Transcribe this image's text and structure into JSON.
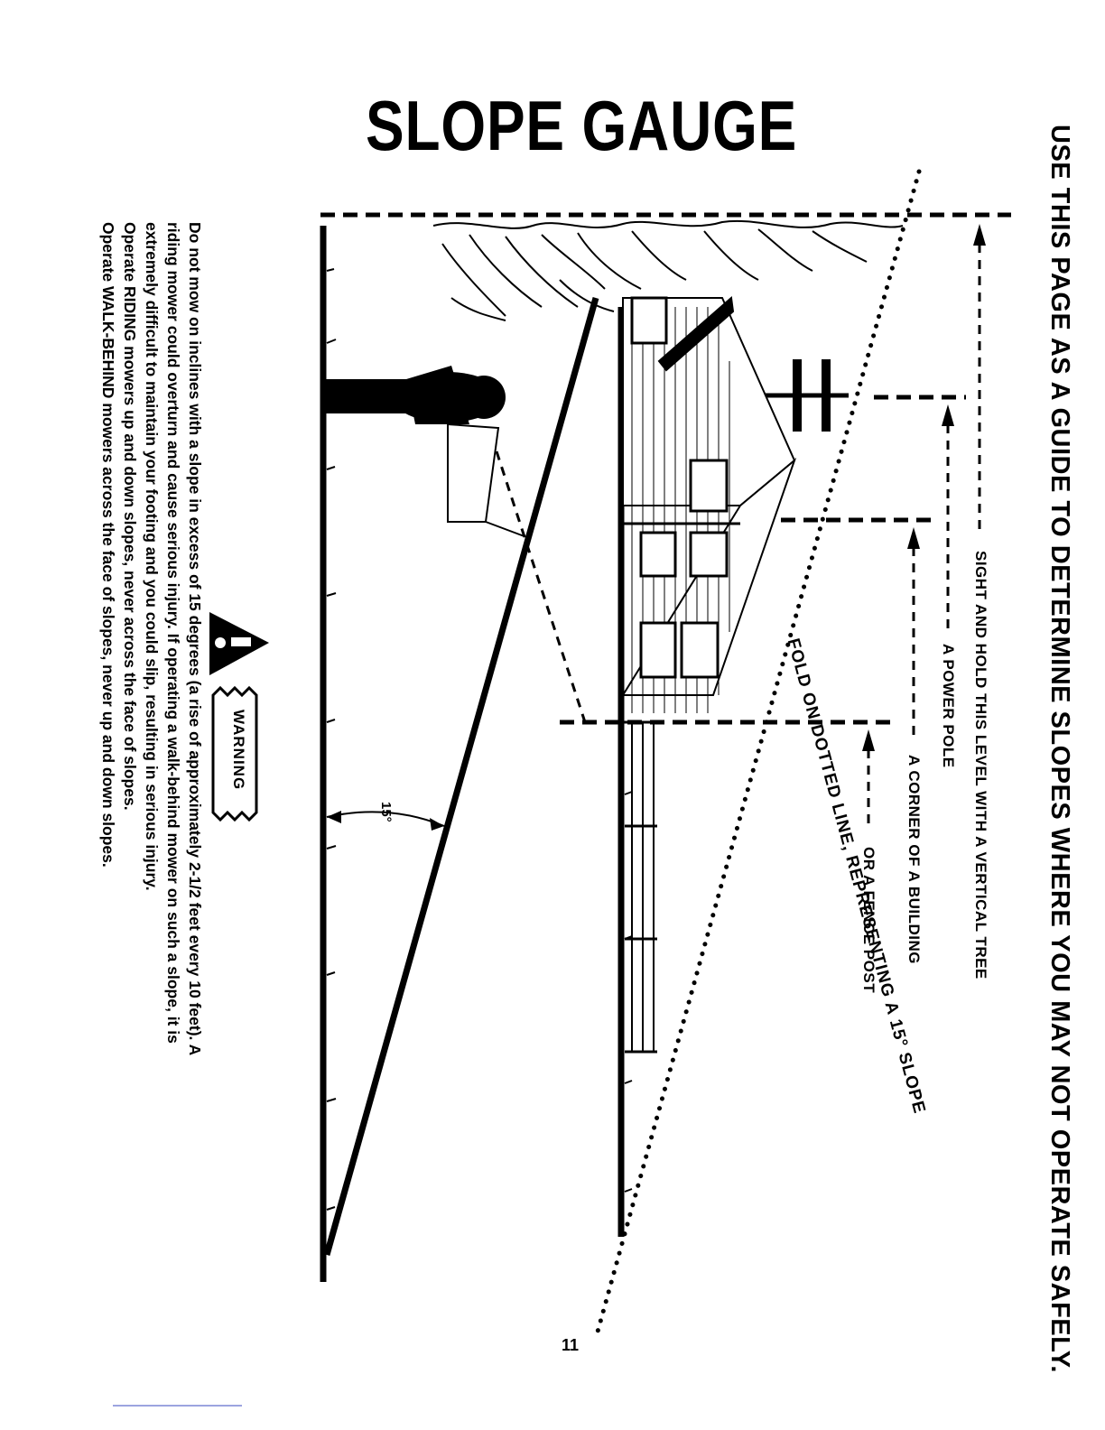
{
  "title": "SLOPE GAUGE",
  "header": "USE THIS PAGE AS A GUIDE TO DETERMINE SLOPES WHERE YOU MAY NOT OPERATE SAFELY.",
  "callouts": [
    "SIGHT AND HOLD THIS LEVEL WITH A VERTICAL TREE",
    "A POWER POLE",
    "A CORNER OF A BUILDING",
    "OR A FENCE POST"
  ],
  "fold_line": "FOLD ON DOTTED LINE, REPRESENTING A 15° SLOPE",
  "angle_label": "15°",
  "warning": {
    "label": "WARNING",
    "lines": [
      "Do not mow on inclines with a slope in excess of 15 degrees (a rise of approximately 2-1/2 feet every 10 feet). A",
      "riding mower could overturn and cause serious injury. If operating a walk-behind mower on such a slope, it is",
      "extremely difficult to maintain your footing and you could slip, resulting in serious injury.",
      "Operate RIDING mowers up and down slopes, never across the face of slopes.",
      "Operate WALK-BEHIND mowers across the face of slopes, never up and down slopes."
    ]
  },
  "page_number": "11"
}
